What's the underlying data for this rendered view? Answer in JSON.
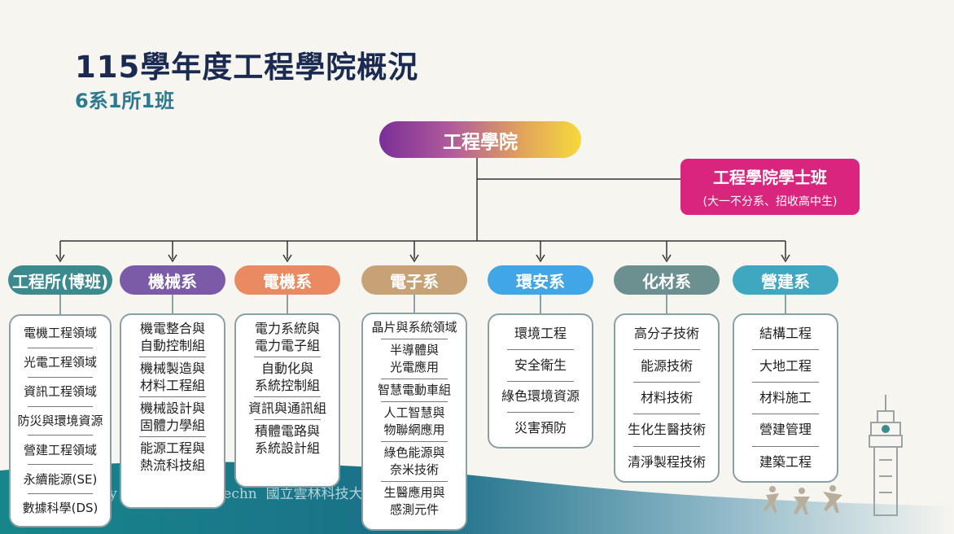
{
  "header": {
    "title": "115學年度工程學院概況",
    "subtitle": "6系1所1班"
  },
  "root": {
    "label": "工程學院"
  },
  "bachelor": {
    "label": "工程學院學士班",
    "note": "(大一不分系、招收高中生)"
  },
  "departments": [
    {
      "name": "工程所(博班)",
      "color": "#3a8a8e",
      "items": [
        "電機工程領域",
        "光電工程領域",
        "資訊工程領域",
        "防災與環境資源",
        "營建工程領域",
        "永續能源(SE)",
        "數據科學(DS)"
      ]
    },
    {
      "name": "機械系",
      "color": "#7b5ba8",
      "items": [
        "機電整合與",
        "自動控制組",
        "機械製造與",
        "材料工程組",
        "機械設計與",
        "固體力學組",
        "能源工程與",
        "熱流科技組"
      ]
    },
    {
      "name": "電機系",
      "color": "#e98a62",
      "items": [
        "電力系統與",
        "電力電子組",
        "自動化與",
        "系統控制組",
        "資訊與通訊組",
        "積體電路與",
        "系統設計組"
      ]
    },
    {
      "name": "電子系",
      "color": "#c8a277",
      "items": [
        "晶片與系統領域",
        "半導體與",
        "光電應用",
        "智慧電動車組",
        "人工智慧與",
        "物聯網應用",
        "綠色能源與",
        "奈米技術",
        "生醫應用與",
        "感測元件"
      ]
    },
    {
      "name": "環安系",
      "color": "#40a6e6",
      "items": [
        "環境工程",
        "安全衛生",
        "綠色環境資源",
        "災害預防"
      ]
    },
    {
      "name": "化材系",
      "color": "#6c8f8f",
      "items": [
        "高分子技術",
        "能源技術",
        "材料技術",
        "生化生醫技術",
        "清淨製程技術"
      ]
    },
    {
      "name": "營建系",
      "color": "#3fa7bf",
      "items": [
        "結構工程",
        "大地工程",
        "材料施工",
        "營建管理",
        "建築工程"
      ]
    }
  ],
  "footer": {
    "university": "國立雲林科技大學",
    "university_en": "ersity of Science & Techn"
  }
}
